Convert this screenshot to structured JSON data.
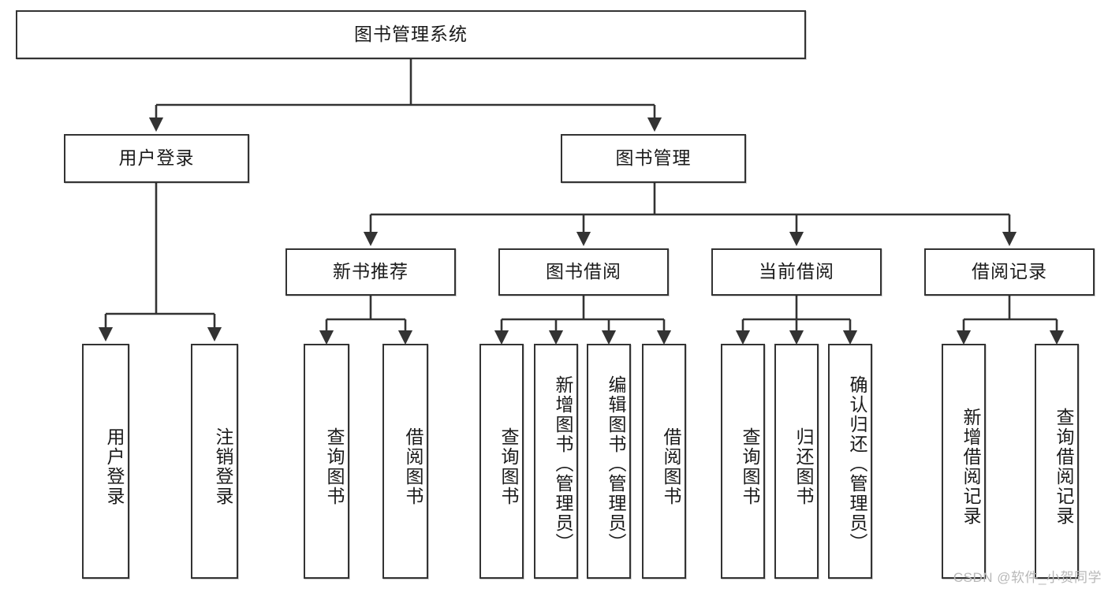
{
  "diagram": {
    "title": "图书管理系统",
    "type": "tree-hierarchy-diagram",
    "watermark": "CSDN @软件_小贺同学",
    "nodes": {
      "root": {
        "label": "图书管理系统"
      },
      "level2": [
        {
          "id": "user-login",
          "label": "用户登录"
        },
        {
          "id": "book-manage",
          "label": "图书管理"
        }
      ],
      "level3": [
        {
          "id": "new-book-recommend",
          "label": "新书推荐"
        },
        {
          "id": "book-borrow",
          "label": "图书借阅"
        },
        {
          "id": "current-borrow",
          "label": "当前借阅"
        },
        {
          "id": "borrow-record",
          "label": "借阅记录"
        }
      ],
      "leaves": {
        "user_login": [
          {
            "id": "leaf-user-login",
            "label": "用户登录"
          },
          {
            "id": "leaf-logout-login",
            "label": "注销登录"
          }
        ],
        "new_book_recommend": [
          {
            "id": "leaf-query-book-1",
            "label": "查询图书"
          },
          {
            "id": "leaf-borrow-book-1",
            "label": "借阅图书"
          }
        ],
        "book_borrow": [
          {
            "id": "leaf-query-book-2",
            "label": "查询图书"
          },
          {
            "id": "leaf-add-book",
            "label": "新增图书（管理员）"
          },
          {
            "id": "leaf-edit-book",
            "label": "编辑图书（管理员）"
          },
          {
            "id": "leaf-borrow-book-2",
            "label": "借阅图书"
          }
        ],
        "current_borrow": [
          {
            "id": "leaf-query-book-3",
            "label": "查询图书"
          },
          {
            "id": "leaf-return-book",
            "label": "归还图书"
          },
          {
            "id": "leaf-confirm-return",
            "label": "确认归还（管理员）"
          }
        ],
        "borrow_record": [
          {
            "id": "leaf-add-borrow-record",
            "label": "新增借阅记录"
          },
          {
            "id": "leaf-query-borrow-record",
            "label": "查询借阅记录"
          }
        ]
      }
    },
    "colors": {
      "stroke": "#333333",
      "fill": "#ffffff",
      "text": "#1a1a1a",
      "watermark": "#b8b8b8"
    }
  }
}
